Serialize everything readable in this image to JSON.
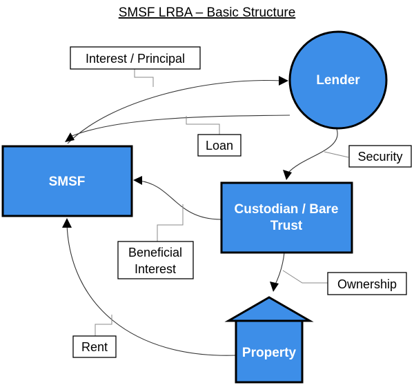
{
  "title": "SMSF LRBA – Basic Structure",
  "nodes": {
    "lender": "Lender",
    "smsf": "SMSF",
    "custodian_line1": "Custodian / Bare",
    "custodian_line2": "Trust",
    "property": "Property"
  },
  "labels": {
    "interest_principal": "Interest / Principal",
    "loan": "Loan",
    "security": "Security",
    "beneficial_line1": "Beneficial",
    "beneficial_line2": "Interest",
    "ownership": "Ownership",
    "rent": "Rent"
  },
  "colors": {
    "node_fill": "#3d8ee8",
    "node_border": "#000000",
    "text_on_node": "#ffffff"
  }
}
